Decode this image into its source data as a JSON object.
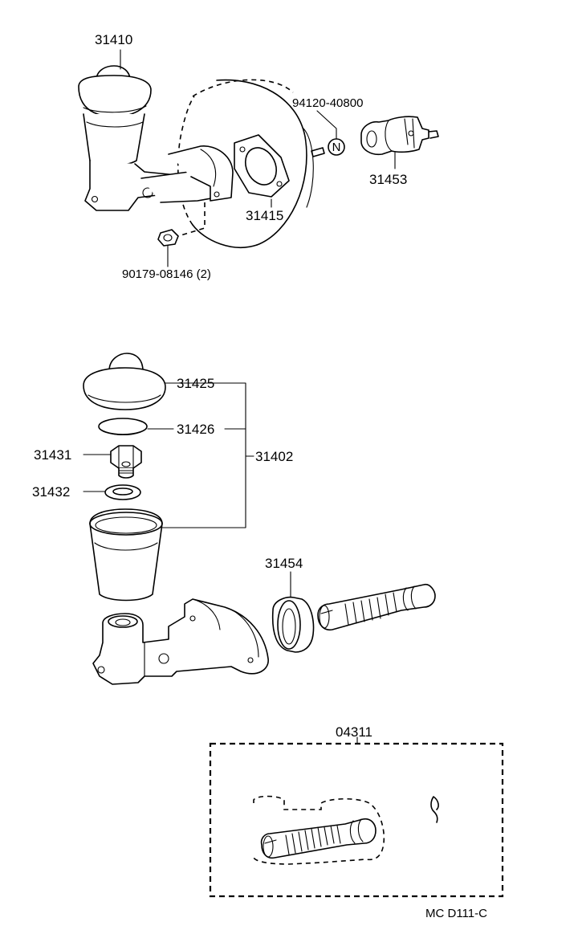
{
  "labels": {
    "p31410": "31410",
    "p94120": "94120-40800",
    "p31453": "31453",
    "p31415": "31415",
    "p90179": "90179-08146 (2)",
    "p31425": "31425",
    "p31426": "31426",
    "p31402": "31402",
    "p31431": "31431",
    "p31432": "31432",
    "p31454": "31454",
    "p04311": "04311",
    "marker_n": "N",
    "code": "MC D111-C"
  }
}
